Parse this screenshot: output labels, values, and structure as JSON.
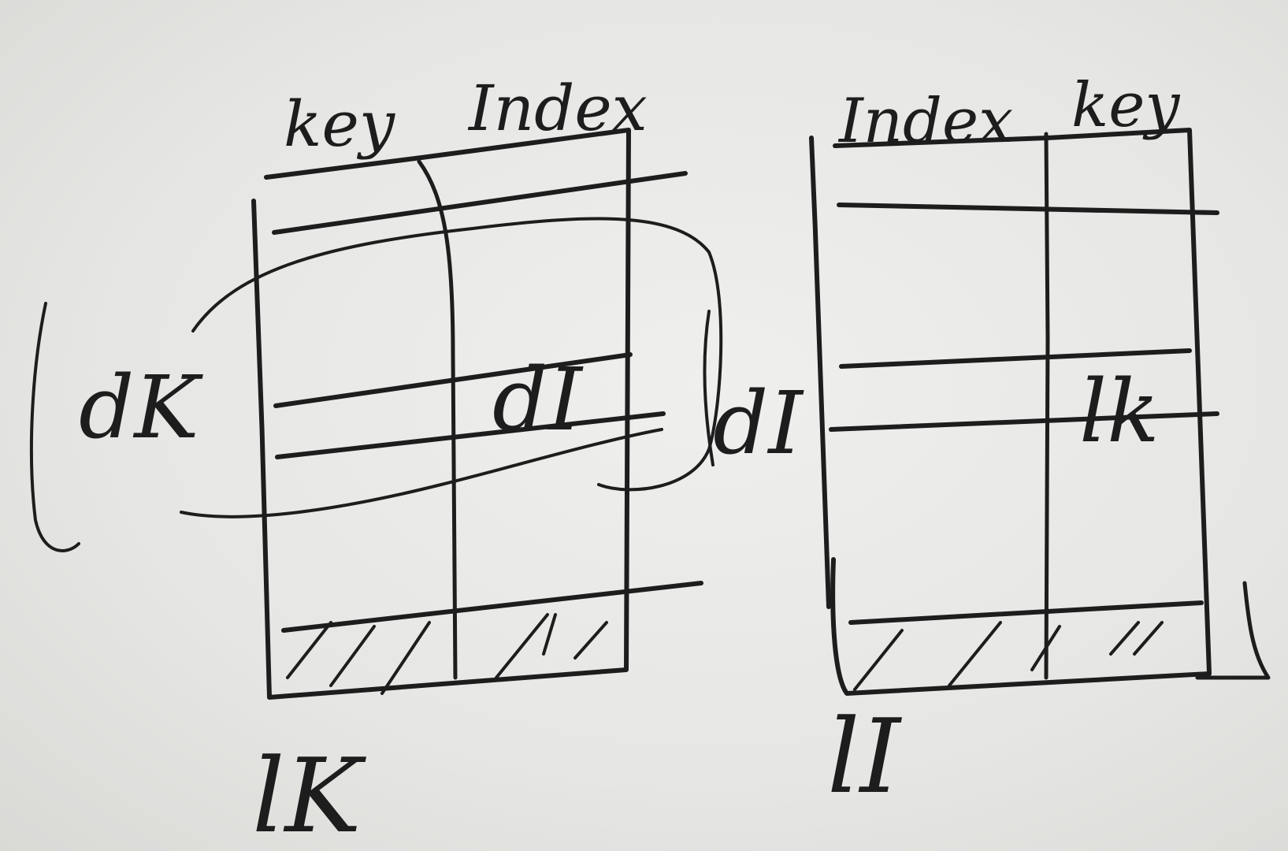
{
  "left_table": {
    "header_key": "key",
    "header_index": "Index",
    "mid_label": "dI",
    "side_label": "dK",
    "bottom_label": "lK"
  },
  "right_table": {
    "header_index": "Index",
    "header_key": "key",
    "mid_label": "lk",
    "side_label": "dI",
    "bottom_label": "lI"
  }
}
